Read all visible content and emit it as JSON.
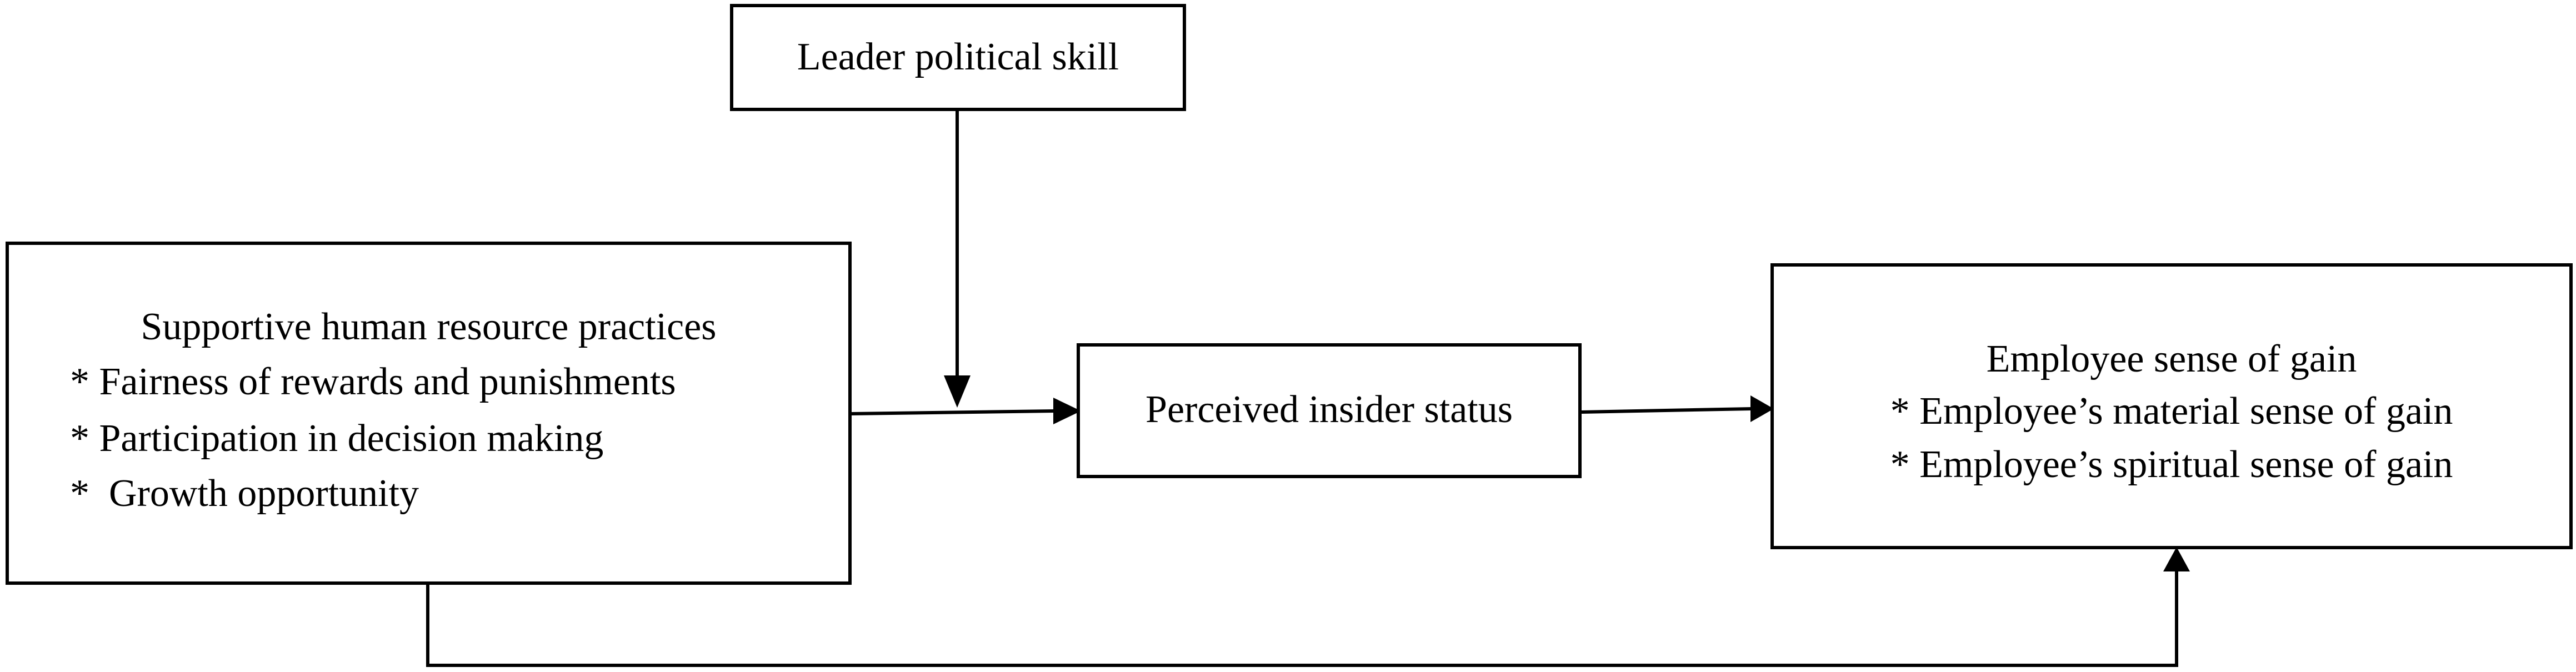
{
  "diagram": {
    "leader_box": {
      "label": "Leader political skill"
    },
    "hr_box": {
      "title": "Supportive human resource practices",
      "items": [
        "* Fairness of rewards and punishments",
        "* Participation in decision making",
        "*  Growth opportunity"
      ]
    },
    "insider_box": {
      "label": "Perceived insider status"
    },
    "gain_box": {
      "title": "Employee sense of gain",
      "items": [
        "* Employee’s material sense of gain",
        "* Employee’s spiritual sense of gain"
      ]
    }
  }
}
